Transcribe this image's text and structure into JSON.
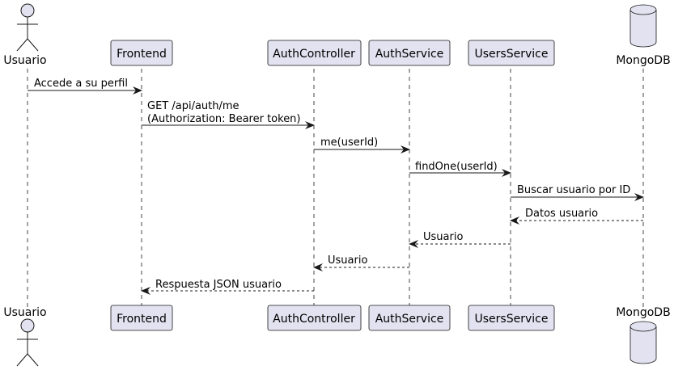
{
  "participants": {
    "usuario": {
      "name": "Usuario",
      "kind": "actor"
    },
    "frontend": {
      "name": "Frontend",
      "kind": "participant"
    },
    "authcontroller": {
      "name": "AuthController",
      "kind": "participant"
    },
    "authservice": {
      "name": "AuthService",
      "kind": "participant"
    },
    "usersservice": {
      "name": "UsersService",
      "kind": "participant"
    },
    "mongodb": {
      "name": "MongoDB",
      "kind": "database"
    }
  },
  "messages": {
    "m1": {
      "from": "Usuario",
      "to": "Frontend",
      "style": "solid",
      "lines": [
        "Accede a su perfil"
      ]
    },
    "m2": {
      "from": "Frontend",
      "to": "AuthController",
      "style": "solid",
      "lines": [
        "GET /api/auth/me",
        "(Authorization: Bearer token)"
      ]
    },
    "m3": {
      "from": "AuthController",
      "to": "AuthService",
      "style": "solid",
      "lines": [
        "me(userId)"
      ]
    },
    "m4": {
      "from": "AuthService",
      "to": "UsersService",
      "style": "solid",
      "lines": [
        "findOne(userId)"
      ]
    },
    "m5": {
      "from": "UsersService",
      "to": "MongoDB",
      "style": "solid",
      "lines": [
        "Buscar usuario por ID"
      ]
    },
    "m6": {
      "from": "MongoDB",
      "to": "UsersService",
      "style": "dashed",
      "lines": [
        "Datos usuario"
      ]
    },
    "m7": {
      "from": "UsersService",
      "to": "AuthService",
      "style": "dashed",
      "lines": [
        "Usuario"
      ]
    },
    "m8": {
      "from": "AuthService",
      "to": "AuthController",
      "style": "dashed",
      "lines": [
        "Usuario"
      ]
    },
    "m9": {
      "from": "AuthController",
      "to": "Frontend",
      "style": "dashed",
      "lines": [
        "Respuesta JSON usuario"
      ]
    }
  },
  "colors": {
    "participant_fill": "#E2E2F0",
    "participant_border": "#181818",
    "lifeline": "#181818",
    "arrow": "#181818"
  }
}
